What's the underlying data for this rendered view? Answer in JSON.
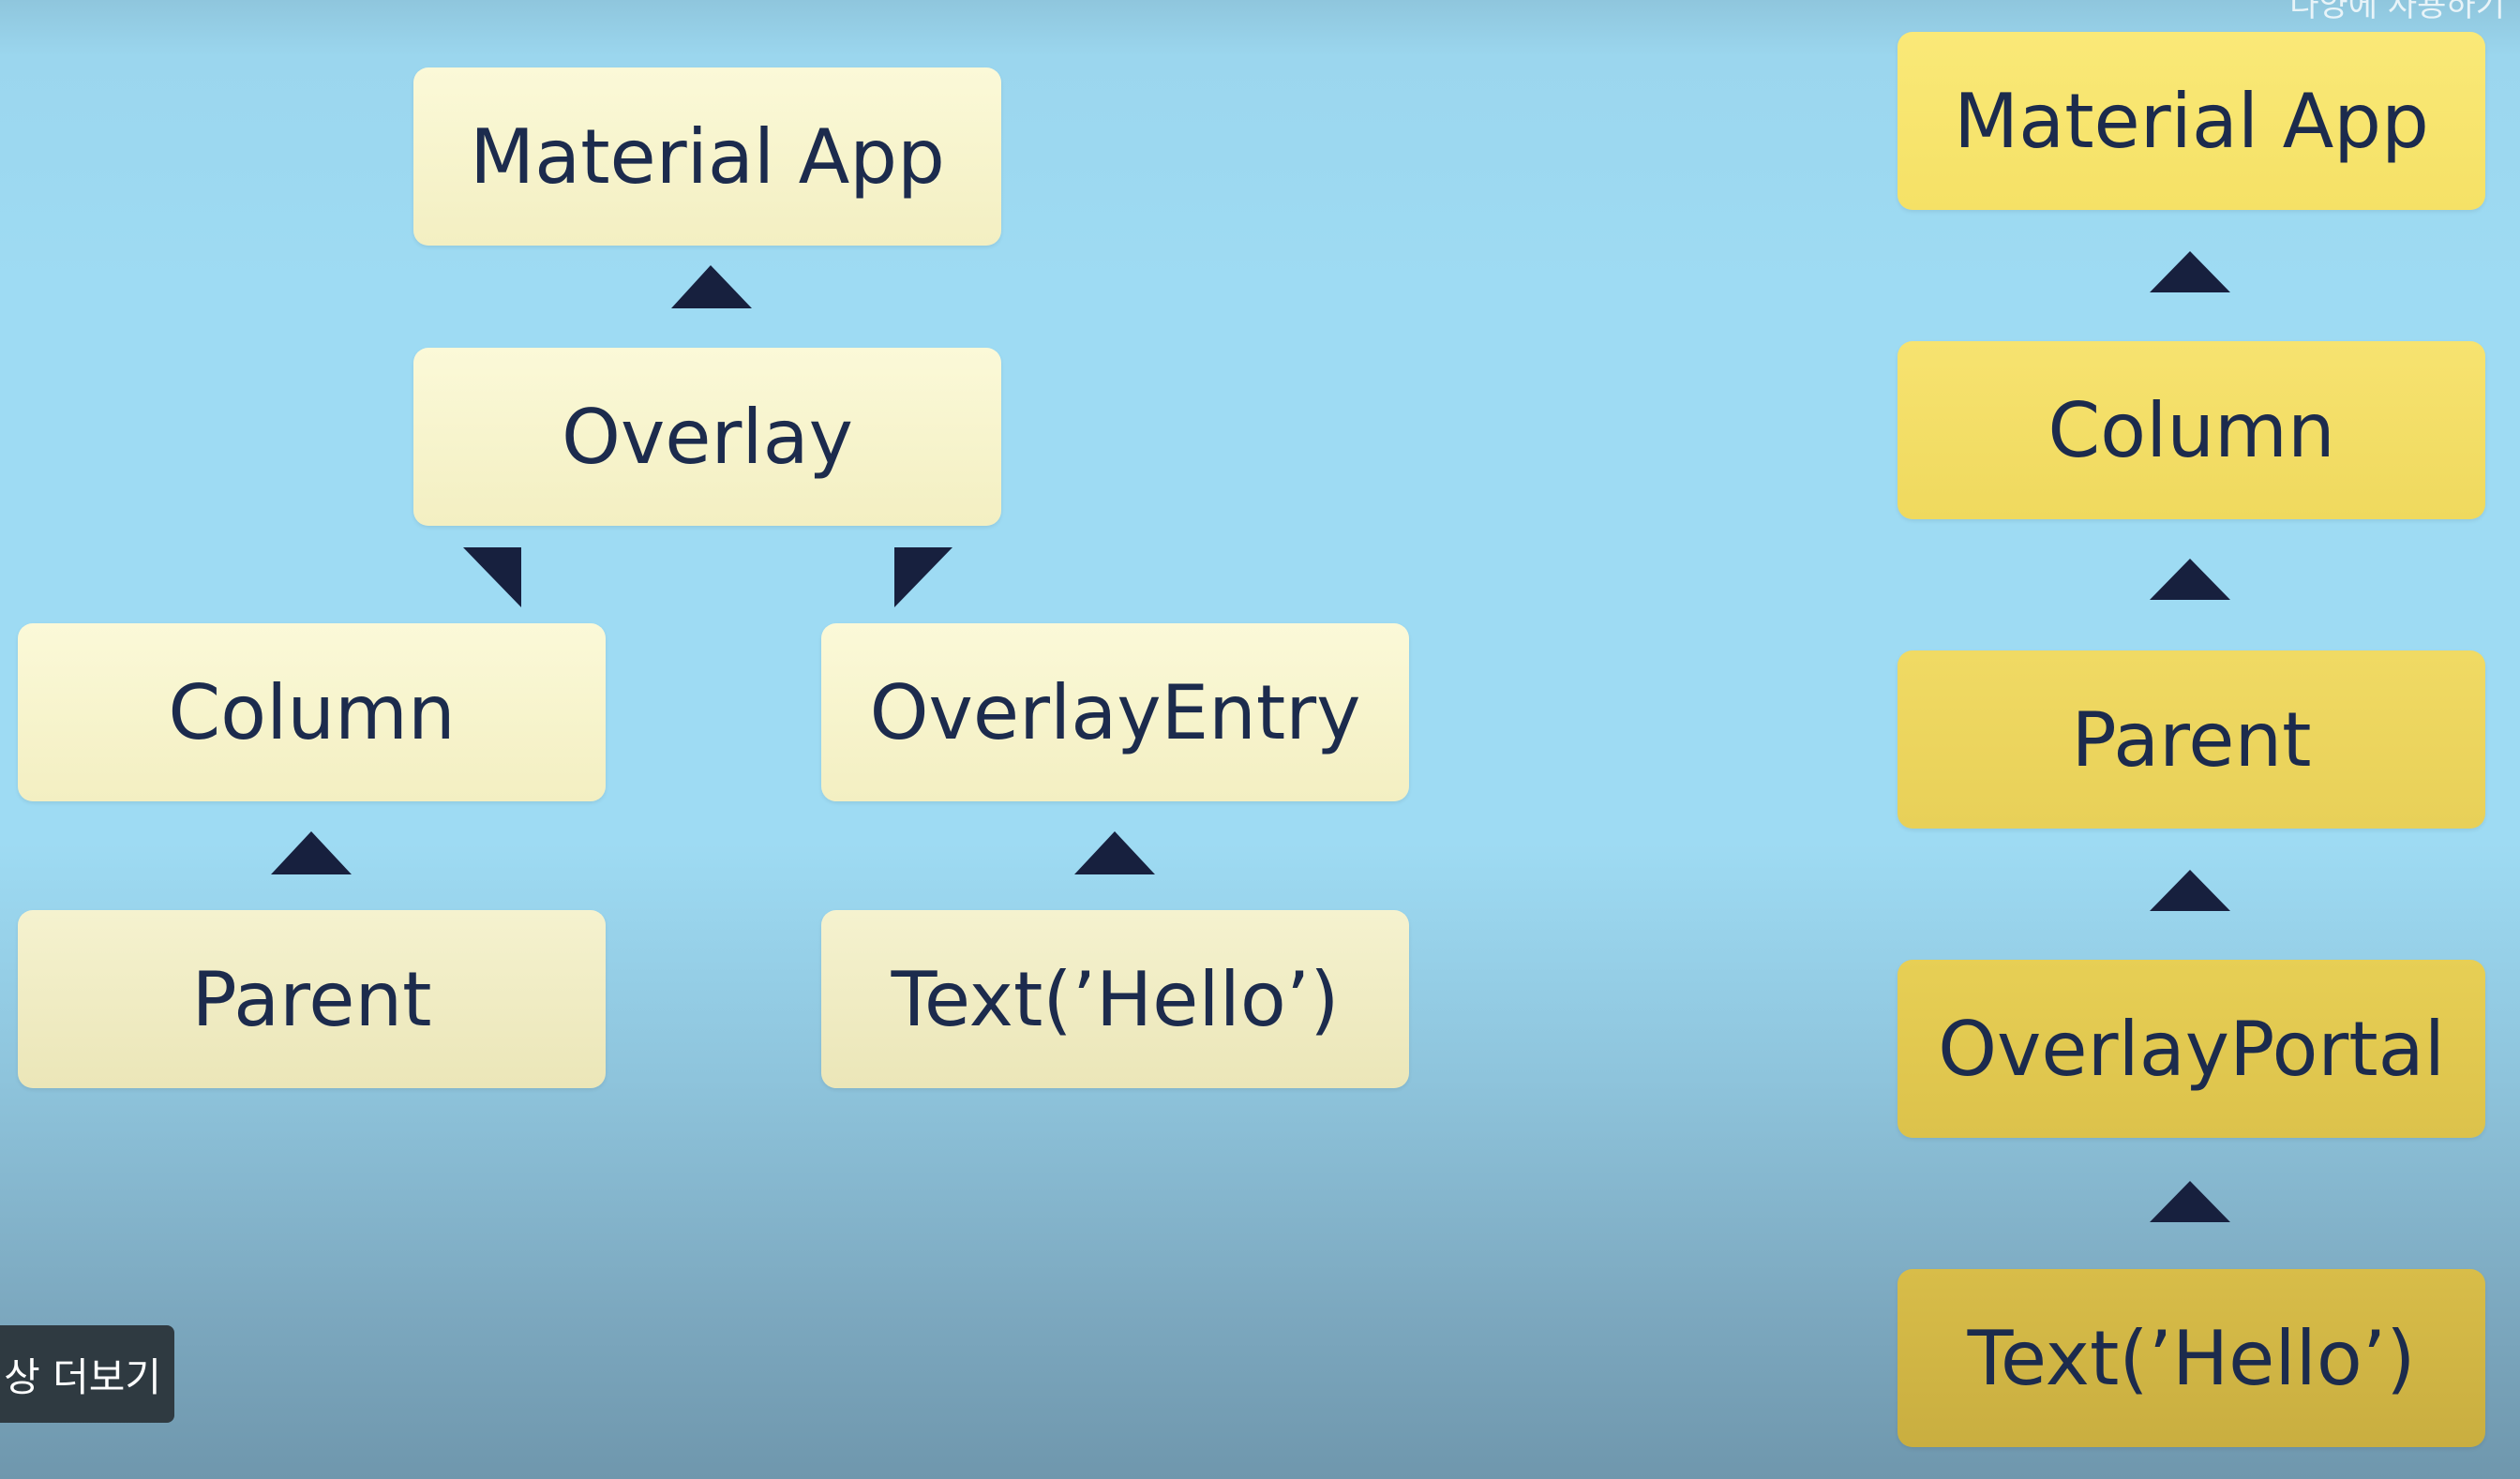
{
  "left_tree": {
    "material_app": "Material App",
    "overlay": "Overlay",
    "column": "Column",
    "overlay_entry": "OverlayEntry",
    "parent": "Parent",
    "text_hello": "Text(’Hello’)"
  },
  "right_tree": {
    "material_app": "Material App",
    "column": "Column",
    "parent": "Parent",
    "overlay_portal": "OverlayPortal",
    "text_hello": "Text(’Hello’)"
  },
  "ui": {
    "more_button_label": "상 더보기",
    "top_caption": "다양에 사용하기"
  },
  "colors": {
    "arrow": "#17203e",
    "text": "#1c2b4d",
    "cream": "#f7f4cc",
    "yellow": "#f3de63",
    "background": "#9edbf3"
  }
}
